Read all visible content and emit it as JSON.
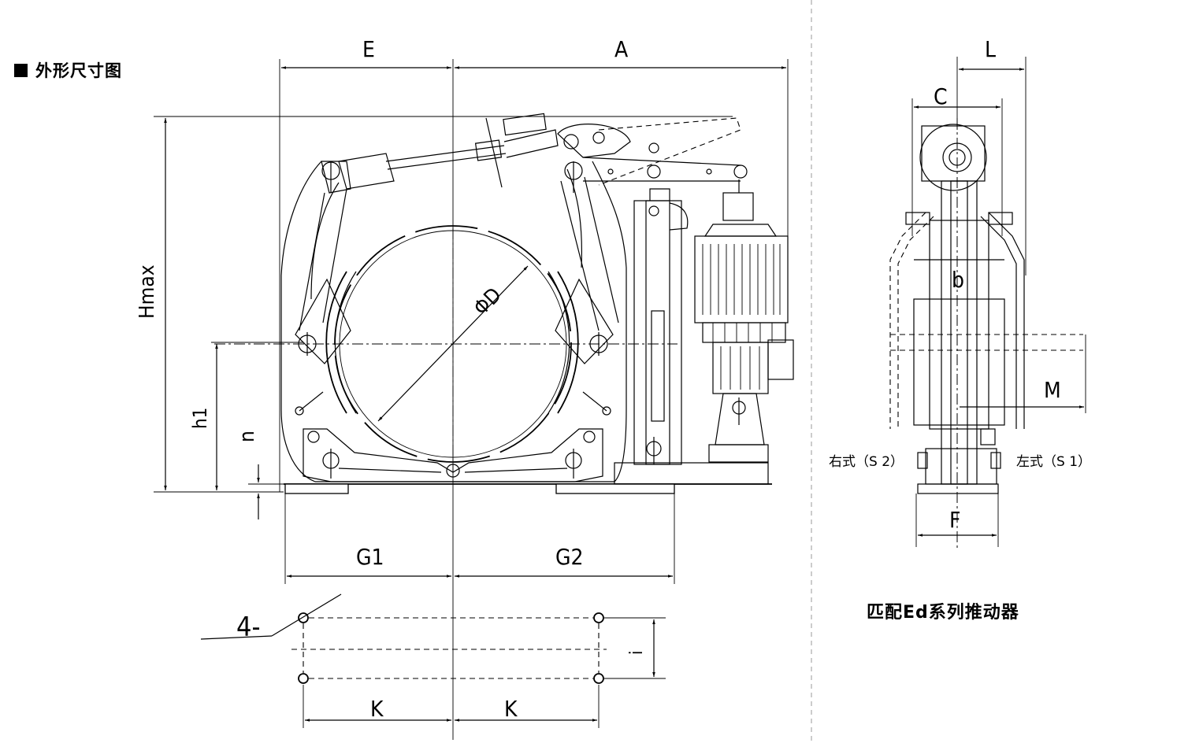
{
  "heading": "外形尺寸图",
  "caption": "匹配Ed系列推动器",
  "labels": {
    "E": "E",
    "A": "A",
    "Hmax": "Hmax",
    "D": "ΦD",
    "h1": "h1",
    "n": "n",
    "G1": "G1",
    "G2": "G2",
    "holes": "4-",
    "K_left": "K",
    "K_right": "K",
    "i": "i",
    "L": "L",
    "C": "C",
    "b": "b",
    "M": "M",
    "F": "F",
    "right_type": "右式（S 2）",
    "left_type": "左式（S 1）"
  }
}
